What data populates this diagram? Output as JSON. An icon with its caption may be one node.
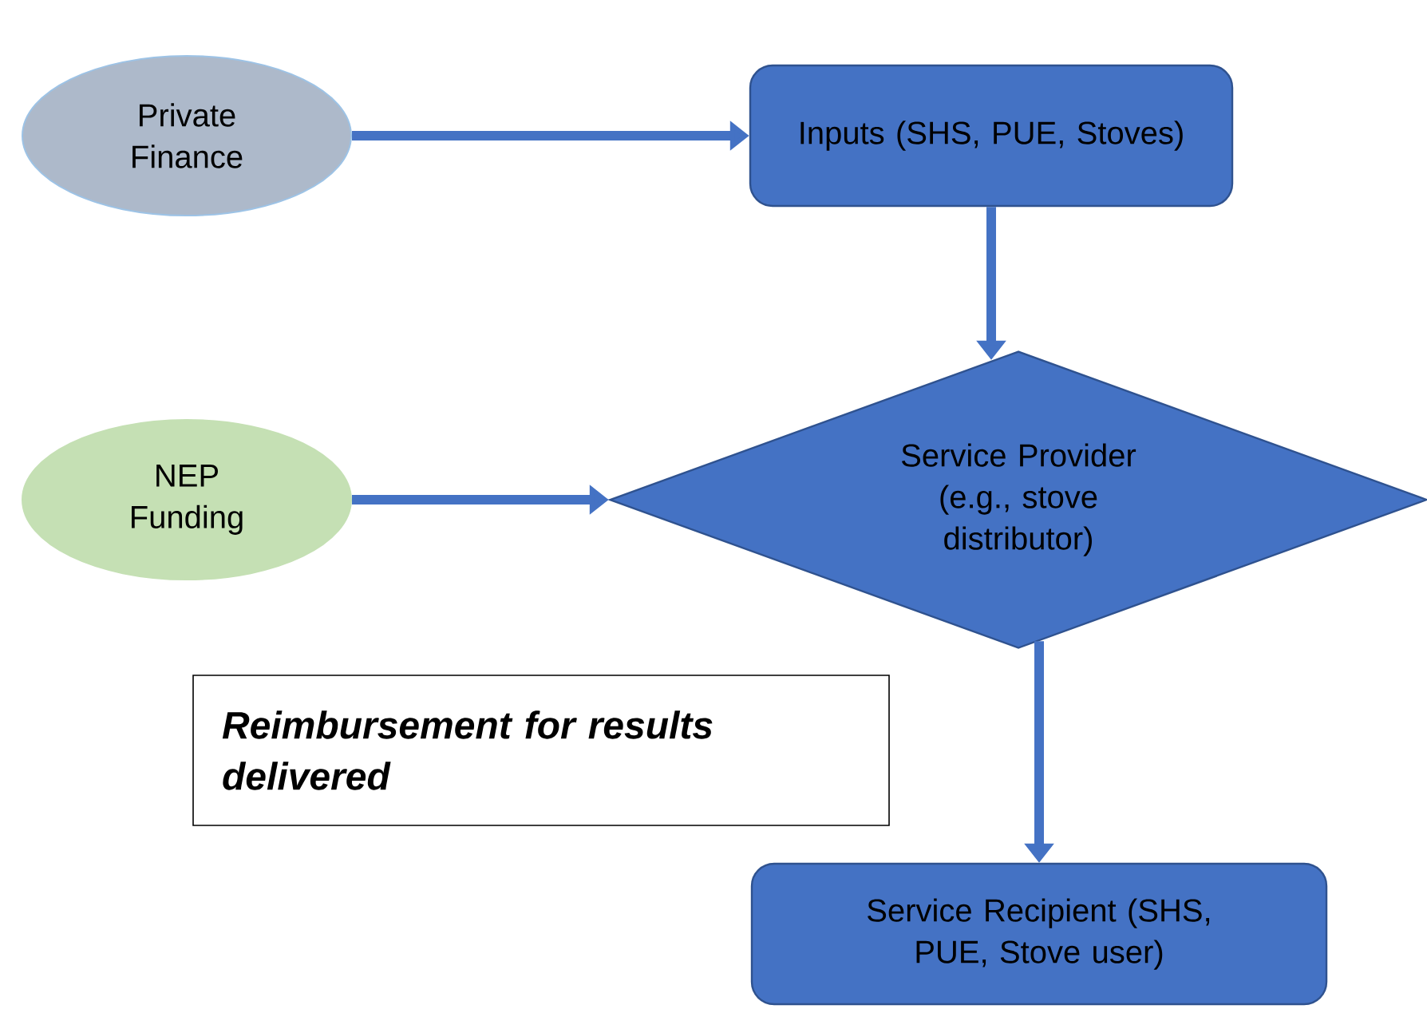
{
  "diagram": {
    "nodes": [
      {
        "text": [
          "Private Finance"
        ]
      },
      {
        "text": [
          "Inputs (SHS, PUE, Stoves)"
        ]
      },
      {
        "text": [
          "NEP Funding"
        ]
      },
      {
        "text": [
          "Service Provider (e.g., stove distributor)"
        ]
      },
      {
        "text": [
          "Reimbursement for results delivered"
        ]
      },
      {
        "text": [
          "Service Recipient (SHS, PUE, Stove user)"
        ]
      }
    ],
    "edges": [
      {
        "from": 0,
        "to": 1,
        "arrow": "to"
      },
      {
        "from": 1,
        "to": 3,
        "arrow": "to"
      },
      {
        "from": 2,
        "to": 3,
        "arrow": "to"
      },
      {
        "from": 3,
        "to": 5,
        "arrow": "to"
      }
    ]
  }
}
